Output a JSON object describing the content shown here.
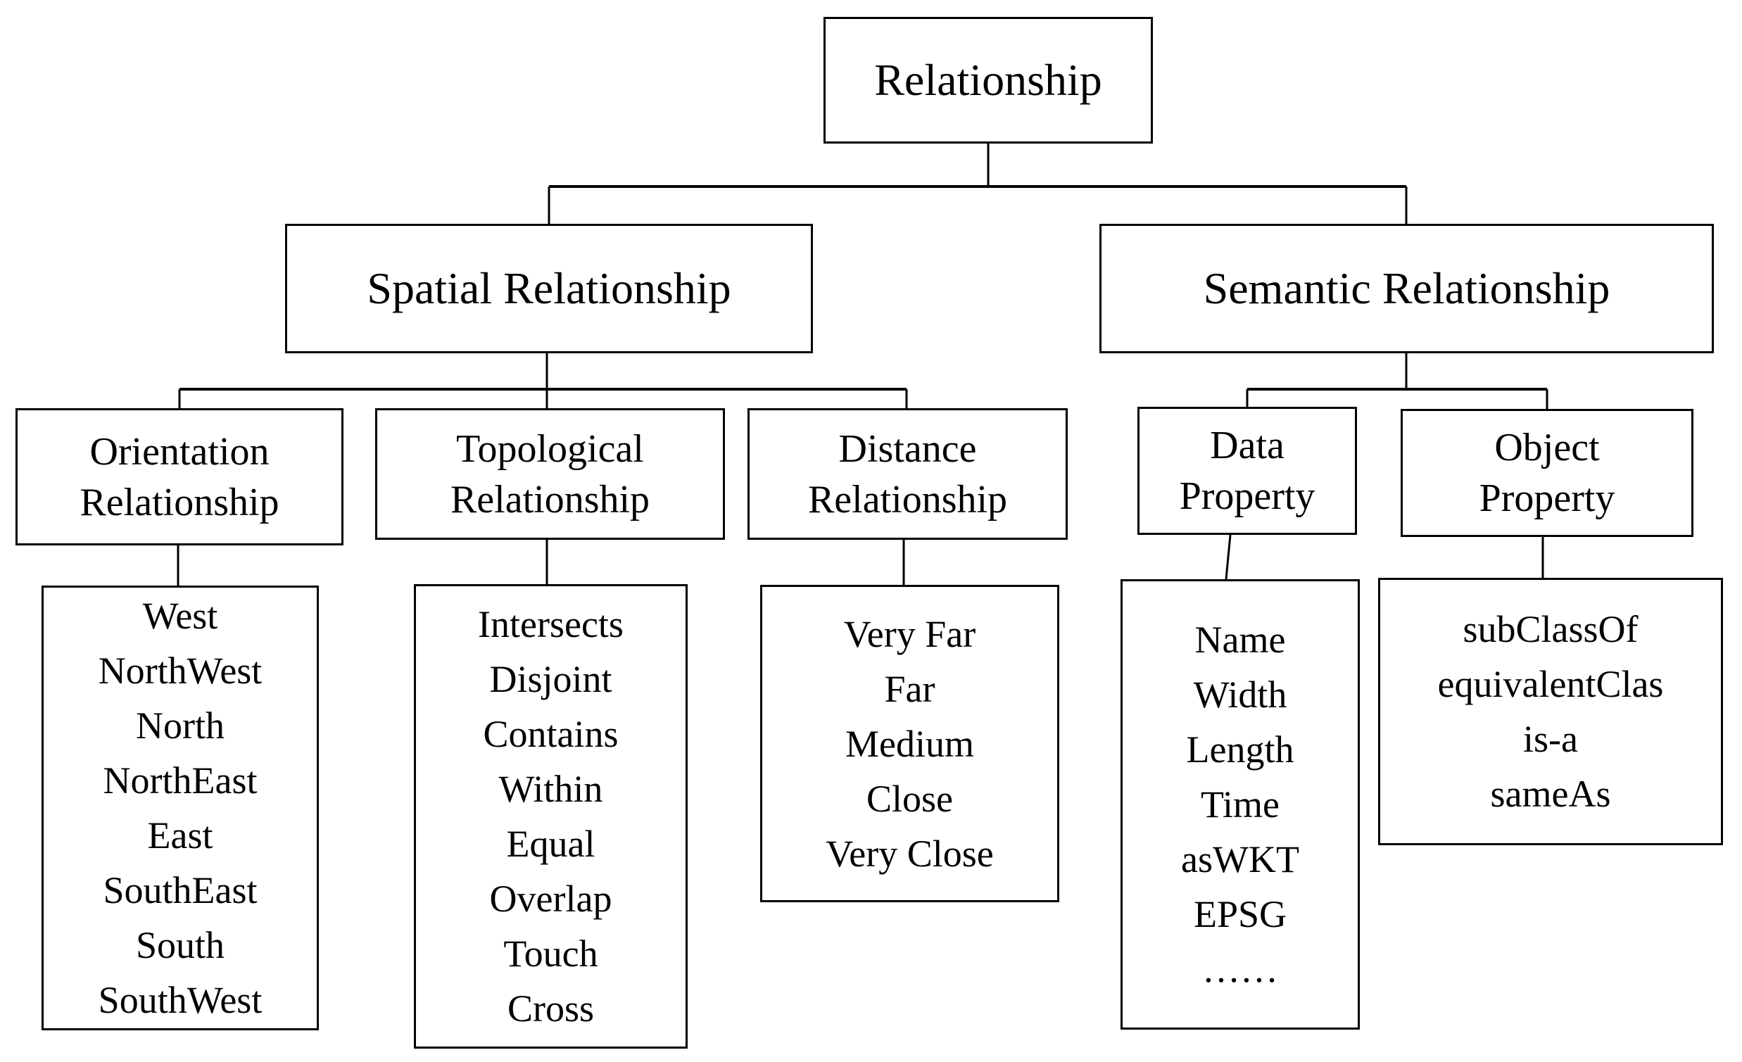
{
  "diagram": {
    "nodes": {
      "root": "Relationship",
      "spatial": "Spatial Relationship",
      "semantic": "Semantic Relationship",
      "orientation": "Orientation Relationship",
      "topological": "Topological Relationship",
      "distance": "Distance Relationship",
      "data_property": "Data Property",
      "object_property": "Object Property"
    },
    "lists": {
      "orientation": [
        "West",
        "NorthWest",
        "North",
        "NorthEast",
        "East",
        "SouthEast",
        "South",
        "SouthWest"
      ],
      "topological": [
        "Intersects",
        "Disjoint",
        "Contains",
        "Within",
        "Equal",
        "Overlap",
        "Touch",
        "Cross"
      ],
      "distance": [
        "Very Far",
        "Far",
        "Medium",
        "Close",
        "Very Close"
      ],
      "data_property": [
        "Name",
        "Width",
        "Length",
        "Time",
        "asWKT",
        "EPSG",
        "……"
      ],
      "object_property": [
        "subClassOf",
        "equivalentClas",
        "is-a",
        "sameAs"
      ]
    },
    "colors": {
      "line": "#000000",
      "box_border": "#000000",
      "background": "#ffffff",
      "text": "#000000"
    }
  }
}
